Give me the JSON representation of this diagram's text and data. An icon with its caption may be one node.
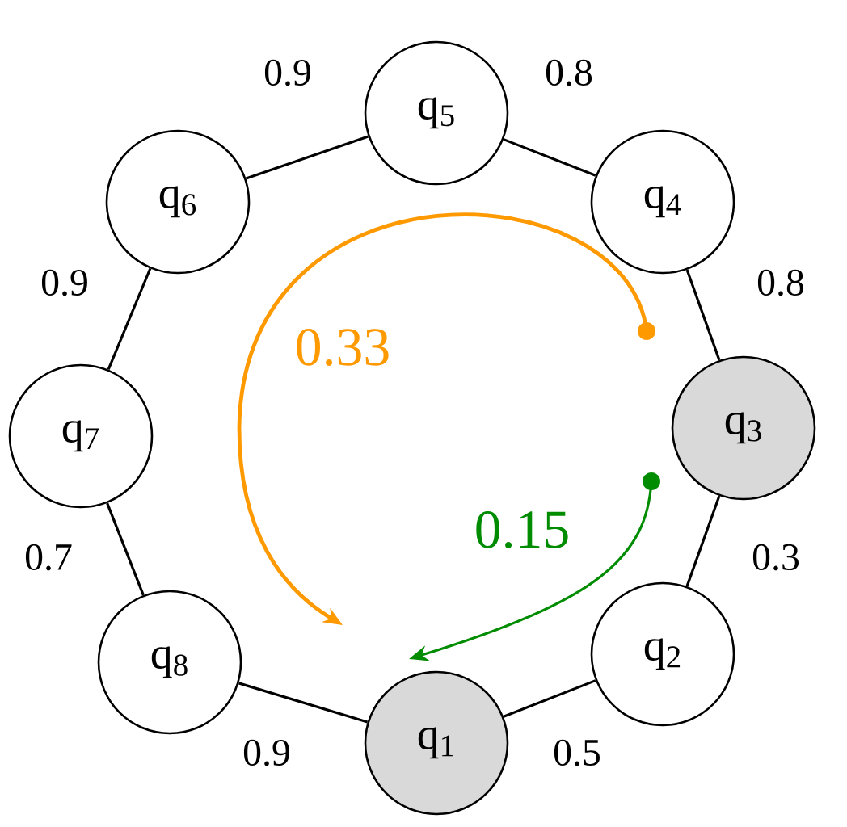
{
  "diagram": {
    "nodes": [
      {
        "text": [
          "q$_{1}$"
        ]
      },
      {
        "text": [
          "q$_{2}$"
        ]
      },
      {
        "text": [
          "q$_{3}$"
        ]
      },
      {
        "text": [
          "q$_{4}$"
        ]
      },
      {
        "text": [
          "q$_{5}$"
        ]
      },
      {
        "text": [
          "q$_{6}$"
        ]
      },
      {
        "text": [
          "q$_{7}$"
        ]
      },
      {
        "text": [
          "q$_{8}$"
        ]
      }
    ],
    "edges": [
      {
        "from": 0,
        "to": 1,
        "arrow": "none",
        "label": "0.5"
      },
      {
        "from": 1,
        "to": 2,
        "arrow": "none",
        "label": "0.3"
      },
      {
        "from": 2,
        "to": 3,
        "arrow": "none",
        "label": "0.8"
      },
      {
        "from": 3,
        "to": 4,
        "arrow": "none",
        "label": "0.8"
      },
      {
        "from": 4,
        "to": 5,
        "arrow": "none",
        "label": "0.9"
      },
      {
        "from": 5,
        "to": 6,
        "arrow": "none",
        "label": "0.9"
      },
      {
        "from": 6,
        "to": 7,
        "arrow": "none",
        "label": "0.7"
      },
      {
        "from": 7,
        "to": 0,
        "arrow": "none",
        "label": "0.9"
      },
      {
        "from": null,
        "to": 0,
        "arrow": "to",
        "label": "0.33",
        "color": "#ff9900"
      },
      {
        "from": 2,
        "to": 0,
        "arrow": "to",
        "label": "0.15",
        "color": "#008c00"
      }
    ]
  }
}
